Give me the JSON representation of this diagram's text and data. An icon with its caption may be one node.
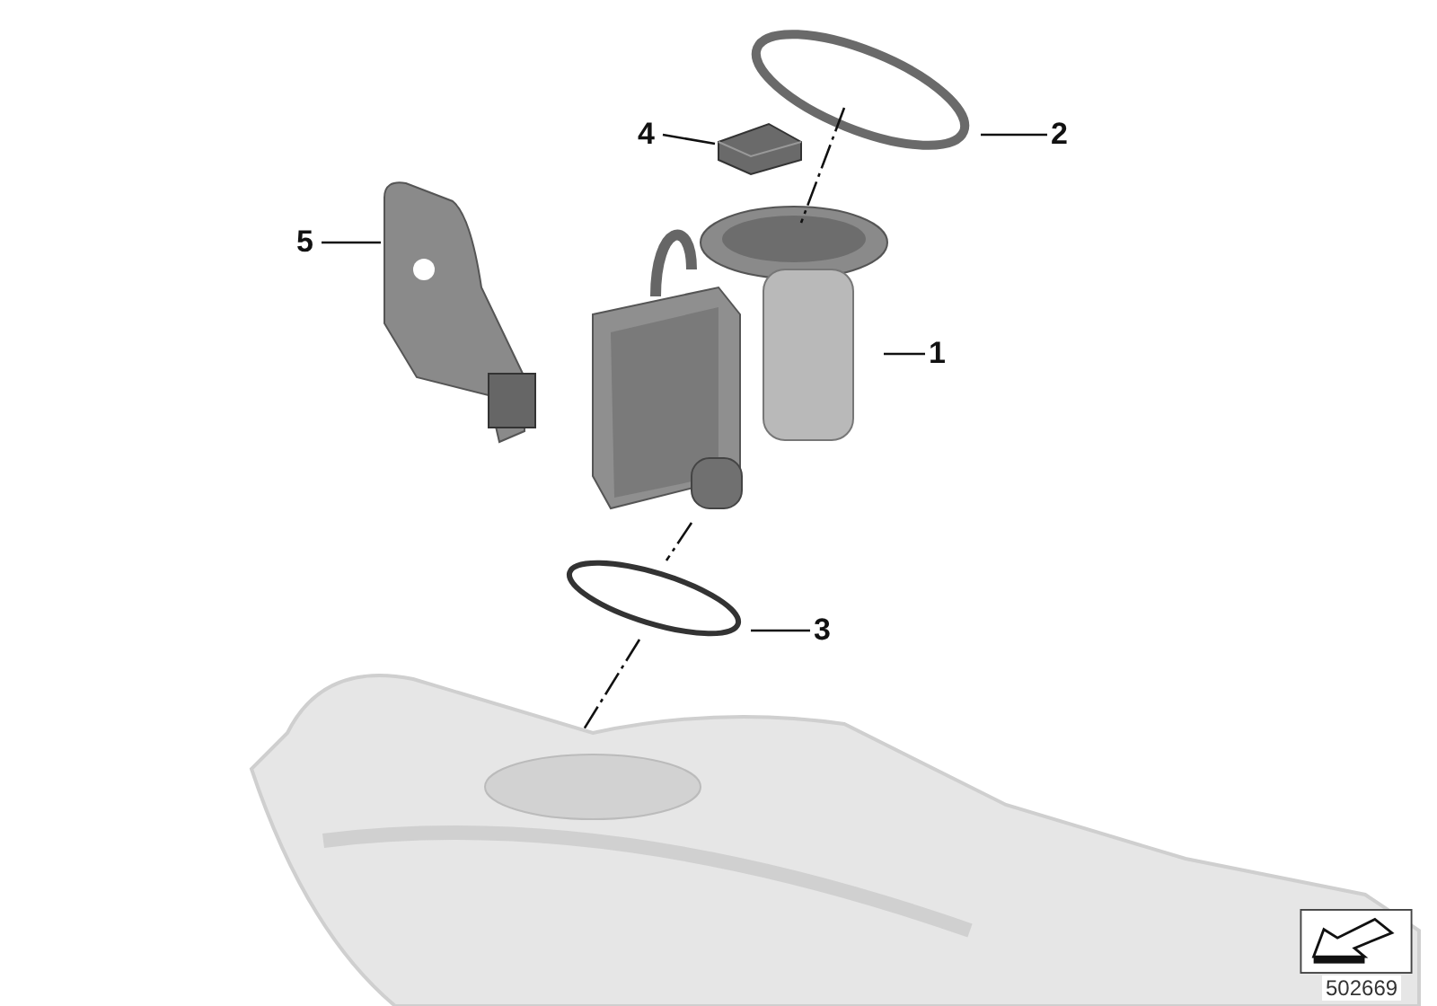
{
  "diagram": {
    "nodes": [
      {
        "text": [
          "1"
        ]
      },
      {
        "text": [
          "2"
        ]
      },
      {
        "text": [
          "3"
        ]
      },
      {
        "text": [
          "4"
        ]
      },
      {
        "text": [
          "5"
        ]
      },
      {
        "text": [],
        "shape": "picture"
      },
      {
        "text": [],
        "shape": "circle"
      },
      {
        "text": [],
        "shape": "circle"
      },
      {
        "text": [],
        "shape": "picture"
      },
      {
        "text": [],
        "shape": "picture"
      },
      {
        "text": [],
        "shape": "picture"
      }
    ],
    "edges": [
      {
        "from": 0,
        "to": 5,
        "arrow": "none"
      },
      {
        "from": 1,
        "to": 6,
        "arrow": "none"
      },
      {
        "from": 2,
        "to": 7,
        "arrow": "none"
      },
      {
        "from": 3,
        "to": 8,
        "arrow": "none"
      },
      {
        "from": 4,
        "to": 9,
        "arrow": "none"
      },
      {
        "from": 6,
        "to": 5,
        "arrow": "none",
        "style": "dashed"
      },
      {
        "from": 5,
        "to": 7,
        "arrow": "none",
        "style": "dashed"
      },
      {
        "from": 7,
        "to": 10,
        "arrow": "none",
        "style": "dashed"
      }
    ],
    "labels": [
      "502669"
    ]
  }
}
